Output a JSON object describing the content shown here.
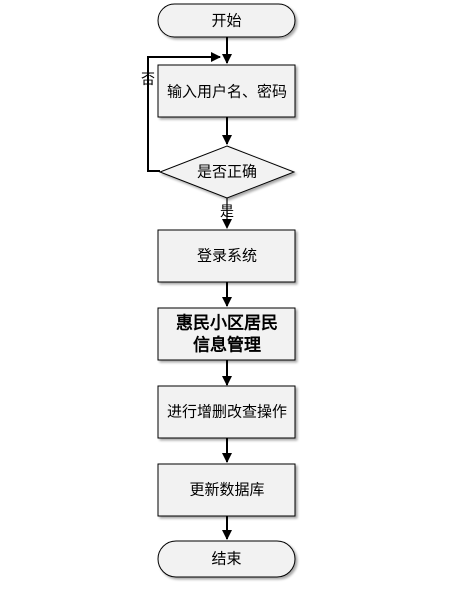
{
  "flowchart": {
    "start_label": "开始",
    "input_label": "输入用户名、密码",
    "decision_label": "是否正确",
    "decision_no_label": "否",
    "decision_yes_label": "是",
    "login_label": "登录系统",
    "app_title_line1": "惠民小区居民",
    "app_title_line2": "信息管理",
    "operate_label": "进行增删改查操作",
    "update_db_label": "更新数据库",
    "end_label": "结束"
  },
  "colors": {
    "node_fill": "#f2f2f2",
    "stroke": "#000000",
    "background": "#ffffff"
  }
}
